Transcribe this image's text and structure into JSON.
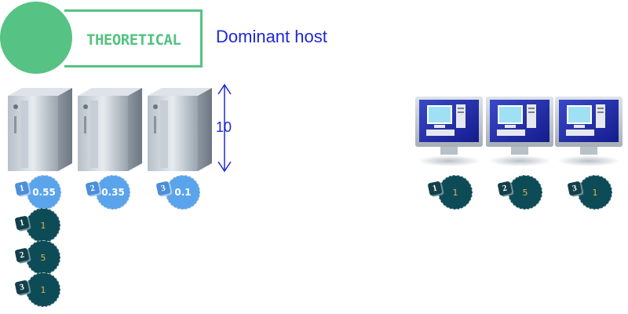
{
  "header": {
    "badge_label": "THEORETICAL",
    "title": "Dominant host"
  },
  "servers": [
    {
      "label": "1",
      "value": "0.55"
    },
    {
      "label": "2",
      "value": "0.35"
    },
    {
      "label": "3",
      "value": "0.1"
    }
  ],
  "capacity_marker": "10",
  "server_tasks": [
    {
      "label": "1",
      "value": "1"
    },
    {
      "label": "2",
      "value": "5"
    },
    {
      "label": "3",
      "value": "1"
    }
  ],
  "clients": [
    {
      "label": "1",
      "value": "1"
    },
    {
      "label": "2",
      "value": "5"
    },
    {
      "label": "3",
      "value": "1"
    }
  ],
  "colors": {
    "accent_green": "#56c283",
    "title_blue": "#1f28d4",
    "circle_blue": "#5aa4ec",
    "circle_dark": "#0d4b57",
    "dark_value_text": "#e3b24f"
  },
  "icons": [
    "server-tower-icon",
    "desktop-computer-icon",
    "double-arrow-icon",
    "number-cube-icon"
  ]
}
